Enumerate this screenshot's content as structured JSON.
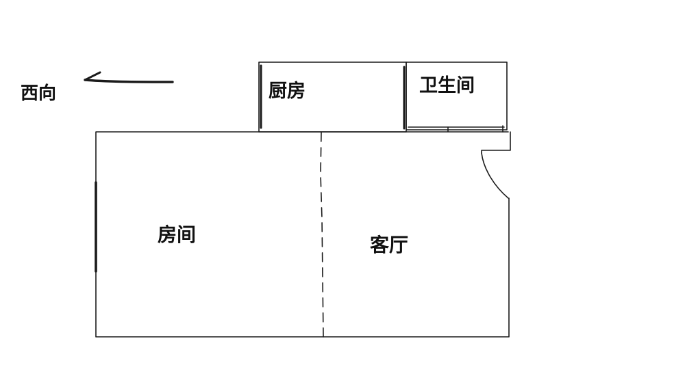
{
  "direction": {
    "label": "西向",
    "arrow_icon": "left-arrow-icon"
  },
  "rooms": {
    "kitchen": "厨房",
    "bathroom": "卫生间",
    "room": "房间",
    "living_room": "客厅"
  },
  "colors": {
    "line": "#1a1a1a",
    "text": "#111111",
    "background": "#ffffff"
  }
}
